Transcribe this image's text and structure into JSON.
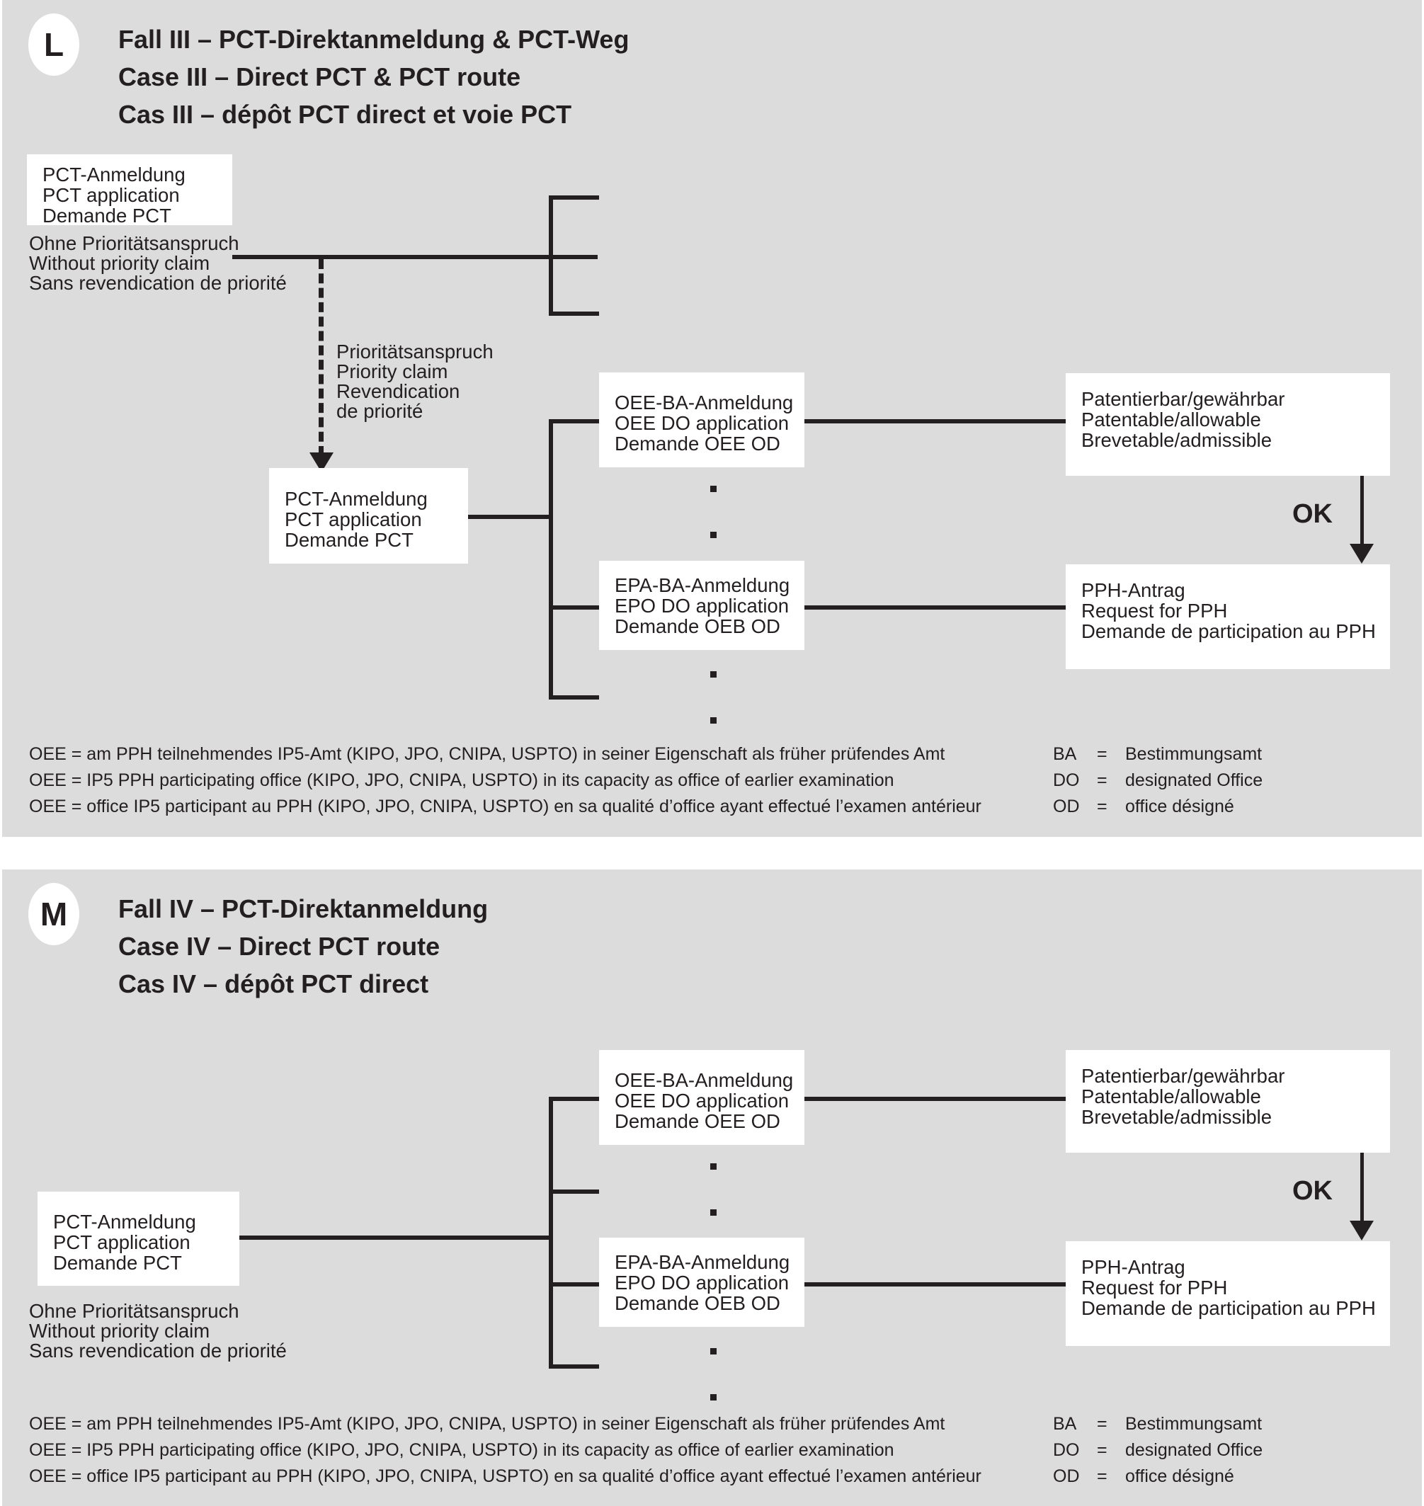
{
  "sections": [
    {
      "badge": "L",
      "title_de": "Fall III – PCT-Direktanmeldung & PCT-Weg",
      "title_en": "Case III – Direct PCT & PCT route",
      "title_fr": "Cas III – dépôt PCT direct et voie PCT",
      "boxes": {
        "pct_top": {
          "de": "PCT-Anmeldung",
          "en": "PCT application",
          "fr": "Demande PCT"
        },
        "pct_second": {
          "de": "PCT-Anmeldung",
          "en": "PCT application",
          "fr": "Demande PCT"
        },
        "oee": {
          "de": "OEE-BA-Anmeldung",
          "en": "OEE DO application",
          "fr": "Demande OEE OD"
        },
        "epa": {
          "de": "EPA-BA-Anmeldung",
          "en": "EPO DO application",
          "fr": "Demande OEB OD"
        },
        "patentable": {
          "de": "Patentierbar/gewährbar",
          "en": "Patentable/allowable",
          "fr": "Brevetable/admissible"
        },
        "pph": {
          "de": "PPH-Antrag",
          "en": "Request for PPH",
          "fr": "Demande de participation au PPH"
        }
      },
      "labels": {
        "without_priority": {
          "de": "Ohne Prioritätsanspruch",
          "en": "Without priority claim",
          "fr": "Sans revendication de priorité"
        },
        "priority": {
          "de": "Prioritätsanspruch",
          "en": "Priority claim",
          "fr1": "Revendication",
          "fr2": "de priorité"
        },
        "ok": "OK"
      },
      "legend_left": [
        "OEE = am PPH teilnehmendes IP5-Amt (KIPO, JPO, CNIPA, USPTO) in seiner Eigenschaft als früher prüfendes Amt",
        "OEE = IP5 PPH participating office (KIPO, JPO, CNIPA, USPTO) in its capacity as office of earlier examination",
        "OEE = office IP5 participant au PPH (KIPO, JPO, CNIPA, USPTO) en sa qualité d’office ayant effectué l’examen antérieur"
      ],
      "legend_right": [
        {
          "key": "BA",
          "eq": "=",
          "val": "Bestimmungsamt"
        },
        {
          "key": "DO",
          "eq": "=",
          "val": "designated Office"
        },
        {
          "key": "OD",
          "eq": "=",
          "val": "office désigné"
        }
      ]
    },
    {
      "badge": "M",
      "title_de": "Fall IV – PCT-Direktanmeldung",
      "title_en": "Case IV – Direct PCT route",
      "title_fr": "Cas IV – dépôt PCT direct",
      "boxes": {
        "pct_left": {
          "de": "PCT-Anmeldung",
          "en": "PCT application",
          "fr": "Demande PCT"
        },
        "oee": {
          "de": "OEE-BA-Anmeldung",
          "en": "OEE DO application",
          "fr": "Demande OEE OD"
        },
        "epa": {
          "de": "EPA-BA-Anmeldung",
          "en": "EPO DO application",
          "fr": "Demande OEB OD"
        },
        "patentable": {
          "de": "Patentierbar/gewährbar",
          "en": "Patentable/allowable",
          "fr": "Brevetable/admissible"
        },
        "pph": {
          "de": "PPH-Antrag",
          "en": "Request for PPH",
          "fr": "Demande de participation au PPH"
        }
      },
      "labels": {
        "without_priority": {
          "de": "Ohne Prioritätsanspruch",
          "en": "Without priority claim",
          "fr": "Sans revendication de priorité"
        },
        "ok": "OK"
      },
      "legend_left": [
        "OEE = am PPH teilnehmendes IP5-Amt (KIPO, JPO, CNIPA, USPTO) in seiner Eigenschaft als früher prüfendes Amt",
        "OEE = IP5 PPH participating office (KIPO, JPO, CNIPA, USPTO) in its capacity as office of earlier examination",
        "OEE = office IP5 participant au PPH (KIPO, JPO, CNIPA, USPTO) en sa qualité d’office ayant effectué l’examen antérieur"
      ],
      "legend_right": [
        {
          "key": "BA",
          "eq": "=",
          "val": "Bestimmungsamt"
        },
        {
          "key": "DO",
          "eq": "=",
          "val": "designated Office"
        },
        {
          "key": "OD",
          "eq": "=",
          "val": "office désigné"
        }
      ]
    }
  ],
  "colors": {
    "panel_bg": "#dcdcdc",
    "box_bg": "#ffffff",
    "ink": "#231f20",
    "page_bg": "#ffffff"
  }
}
